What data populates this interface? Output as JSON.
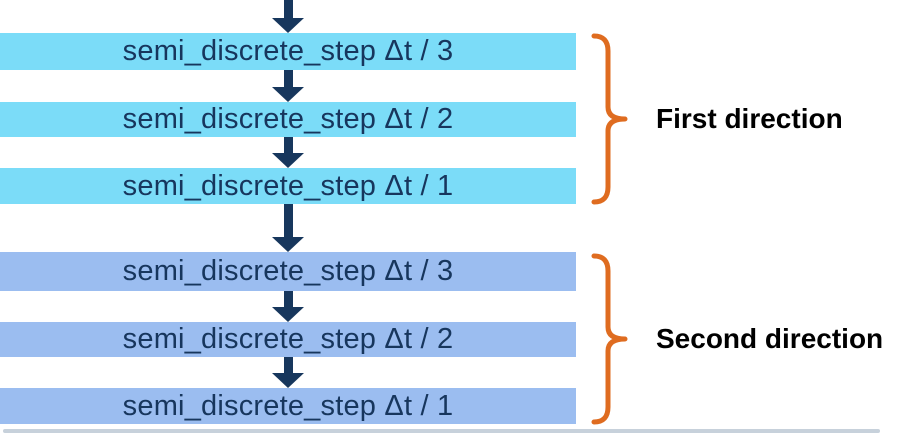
{
  "diagram": {
    "groups": [
      {
        "name": "First direction",
        "steps": [
          "semi_discrete_step Δt / 3",
          "semi_discrete_step Δt / 2",
          "semi_discrete_step Δt / 1"
        ]
      },
      {
        "name": "Second direction",
        "steps": [
          "semi_discrete_step Δt / 3",
          "semi_discrete_step Δt / 2",
          "semi_discrete_step Δt / 1"
        ]
      }
    ],
    "colors": {
      "first_group_box": "#7bdcf8",
      "second_group_box": "#9bbdf0",
      "arrow": "#17375d",
      "box_text": "#17365d",
      "brace": "#df6c20",
      "label_text": "#000000"
    }
  }
}
